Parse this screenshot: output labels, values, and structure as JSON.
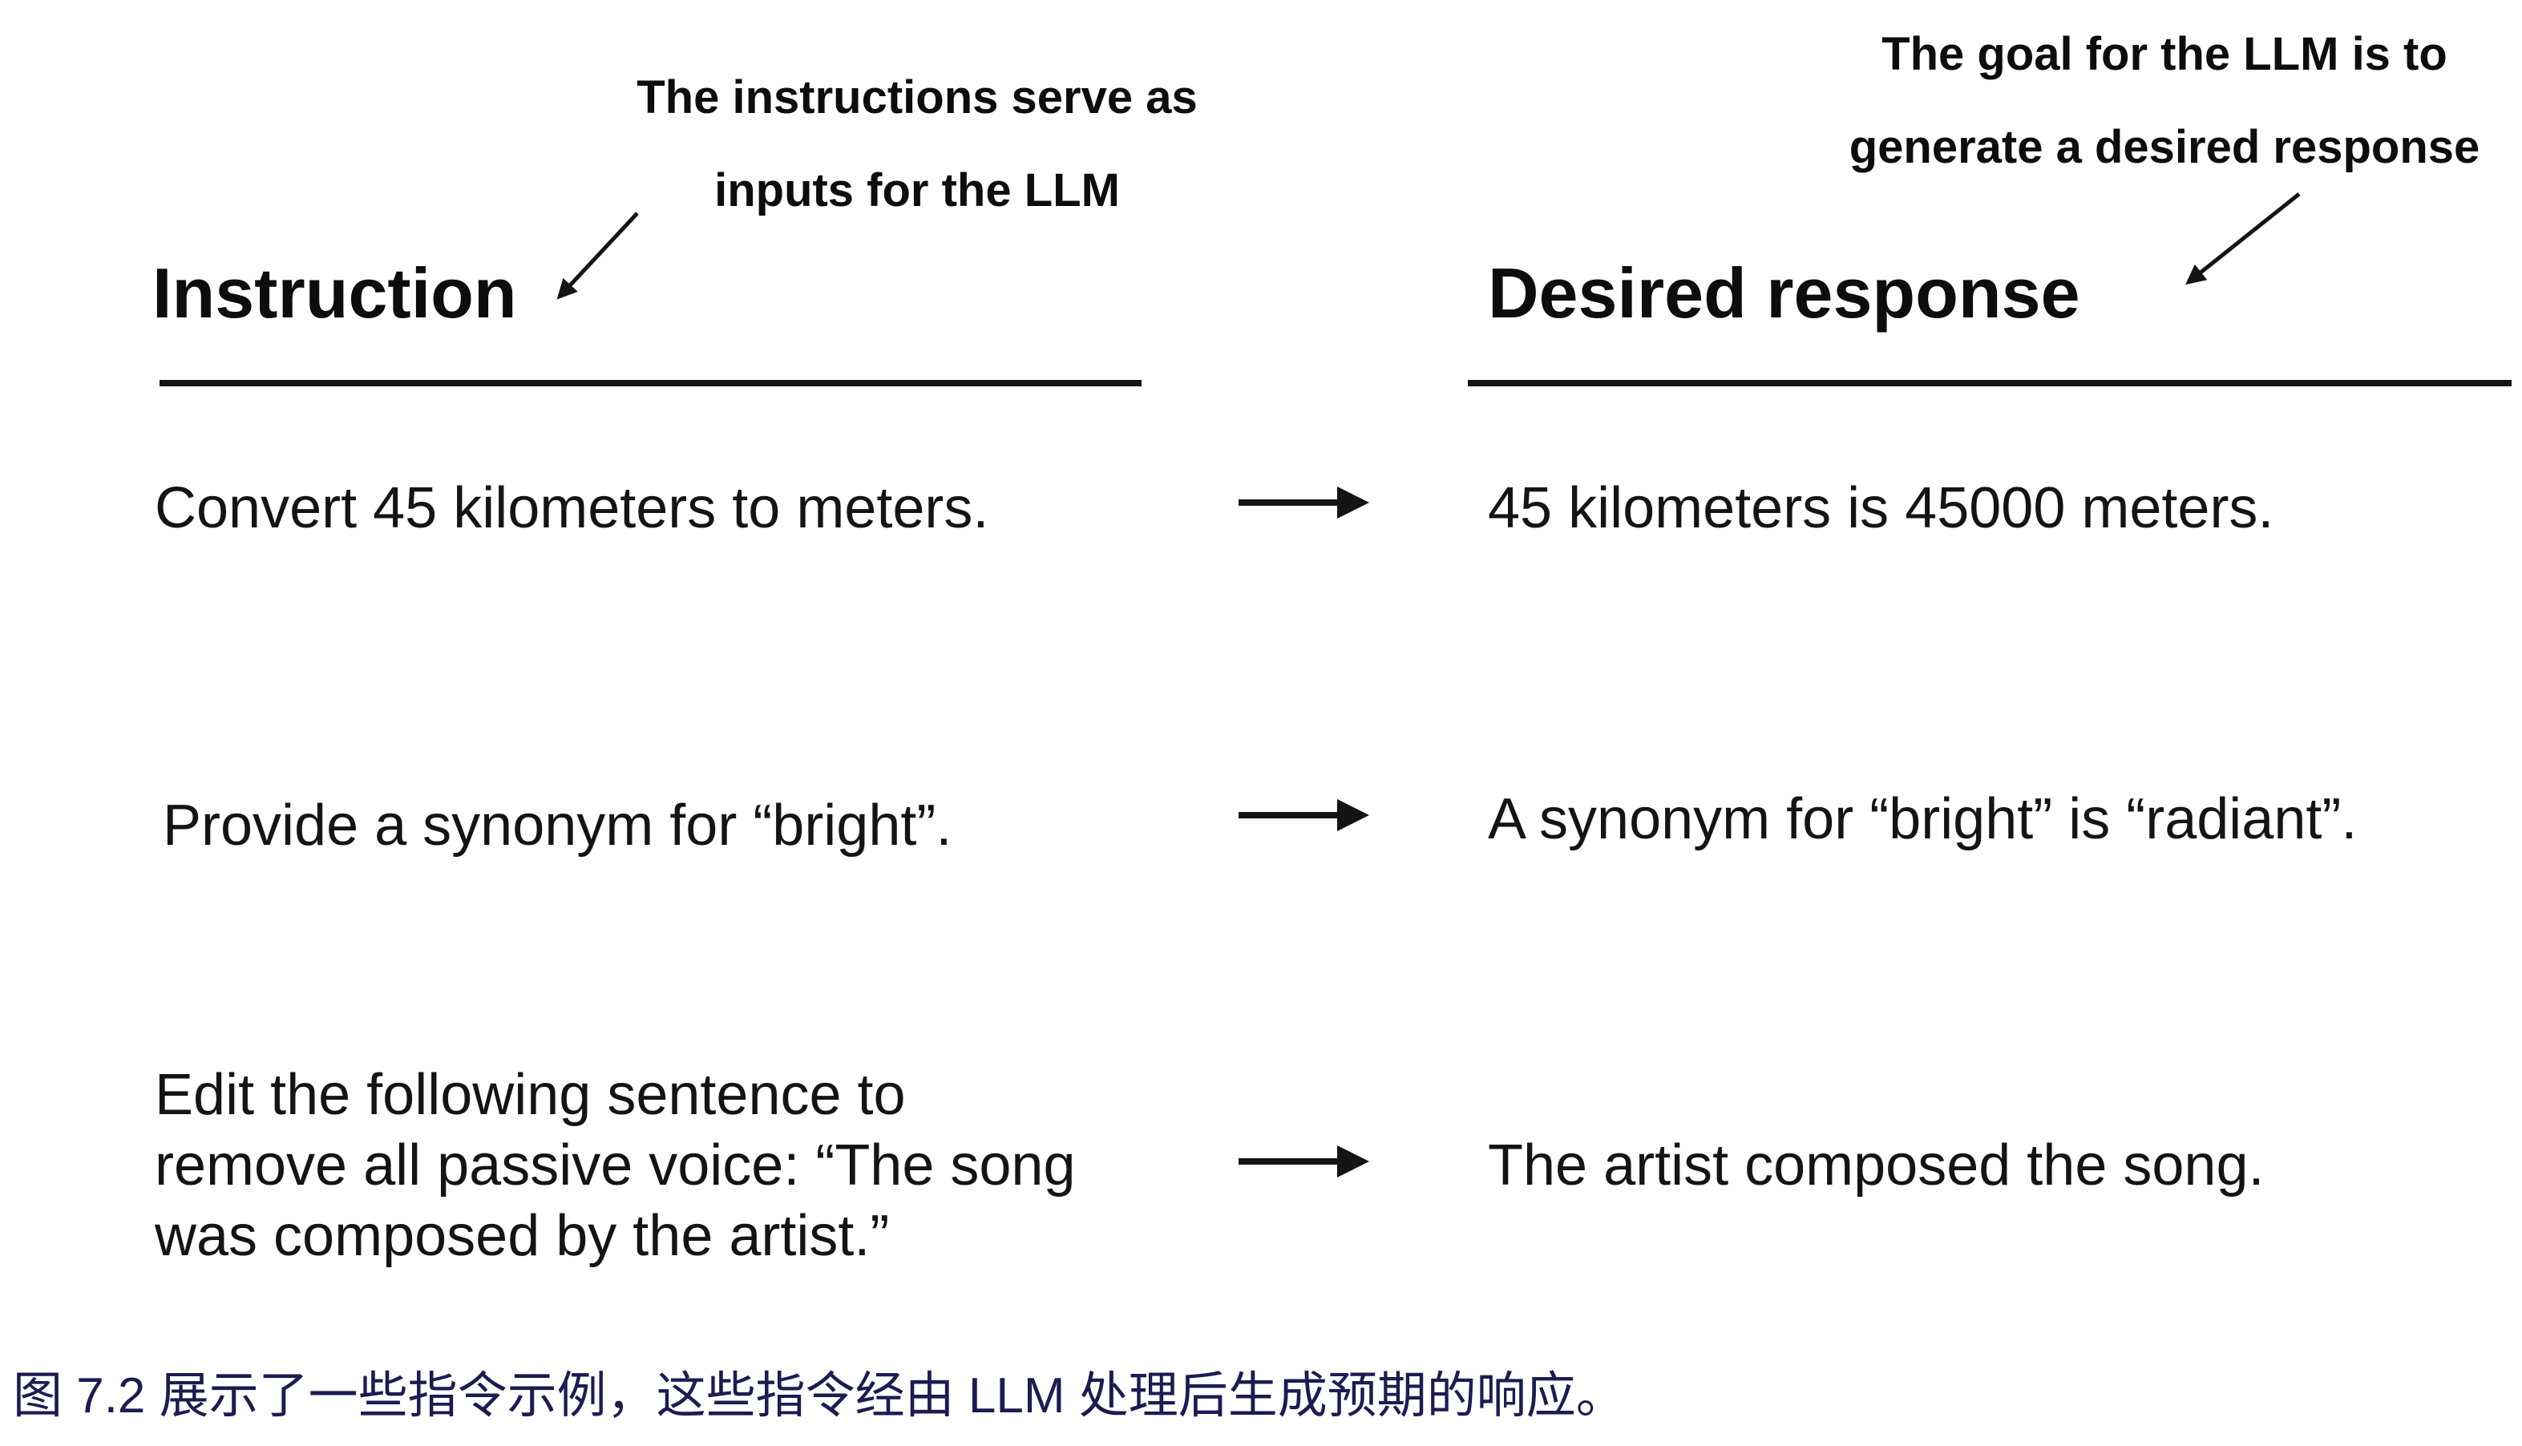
{
  "figure": {
    "annotation_left": {
      "line1": "The instructions serve as",
      "line2": "inputs for the LLM"
    },
    "annotation_right": {
      "line1": "The goal for the LLM is to",
      "line2": "generate a desired response"
    },
    "columns": {
      "instruction_header": "Instruction",
      "response_header": "Desired response"
    },
    "rows": [
      {
        "instruction": "Convert 45 kilometers to meters.",
        "response": "45 kilometers is 45000 meters."
      },
      {
        "instruction": "Provide a synonym for “bright”.",
        "response": "A synonym for “bright” is “radiant”."
      },
      {
        "instruction": "Edit the following sentence to remove all passive voice: “The song was composed by the artist.”",
        "response": "The artist composed the song."
      }
    ],
    "icons": {
      "row_arrow": "right-arrow",
      "annotation_arrow_left": "down-left-arrow",
      "annotation_arrow_right": "down-left-arrow"
    }
  },
  "caption": {
    "label": "图 7.2",
    "text": "图 7.2 展示了一些指令示例，这些指令经由 LLM 处理后生成预期的响应。"
  },
  "colors": {
    "text": "#141414",
    "background": "#ffffff",
    "caption": "#1c1c52"
  }
}
